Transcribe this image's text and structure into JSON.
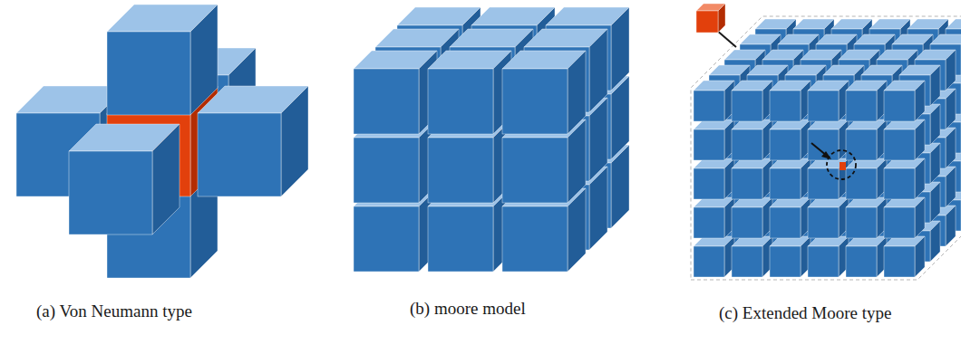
{
  "diagram": {
    "labels": [
      "(a) Von Neumann type",
      "(b) moore model",
      "(c) Extended Moore type"
    ]
  }
}
